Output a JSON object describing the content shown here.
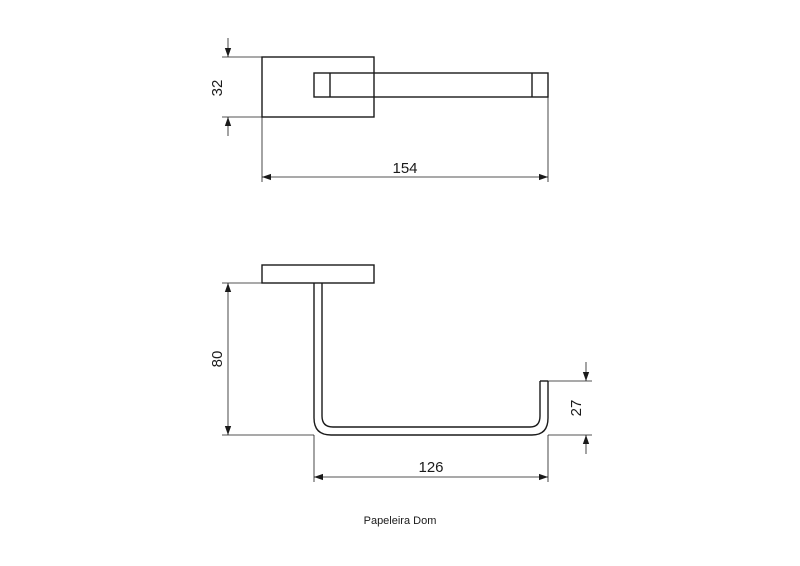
{
  "dimensions": {
    "top_view_height": "32",
    "top_view_width": "154",
    "front_view_height": "80",
    "front_view_hook_height": "27",
    "front_view_width": "126"
  },
  "caption": "Papeleira Dom"
}
